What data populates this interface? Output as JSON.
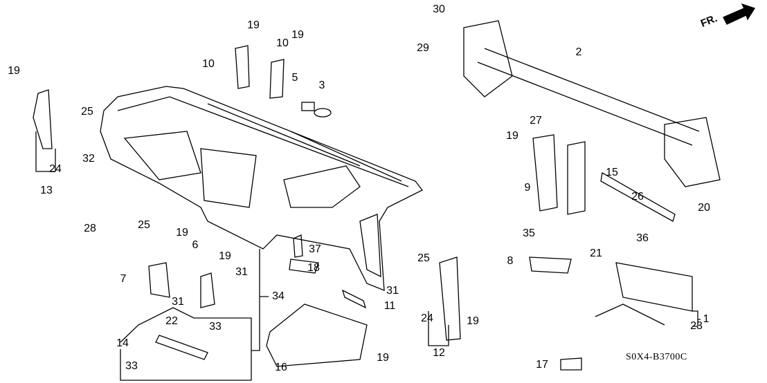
{
  "diagram": {
    "catalog_code": "S0X4-B3700C",
    "direction_marker": "FR.",
    "callouts": [
      "19",
      "13",
      "24",
      "25",
      "32",
      "28",
      "25",
      "10",
      "19",
      "10",
      "19",
      "5",
      "3",
      "30",
      "29",
      "2",
      "19",
      "27",
      "9",
      "15",
      "26",
      "20",
      "35",
      "21",
      "36",
      "8",
      "1",
      "23",
      "25",
      "31",
      "11",
      "24",
      "19",
      "12",
      "17",
      "19",
      "16",
      "18",
      "37",
      "34",
      "6",
      "19",
      "19",
      "31",
      "7",
      "31",
      "22",
      "33",
      "14",
      "33"
    ]
  }
}
